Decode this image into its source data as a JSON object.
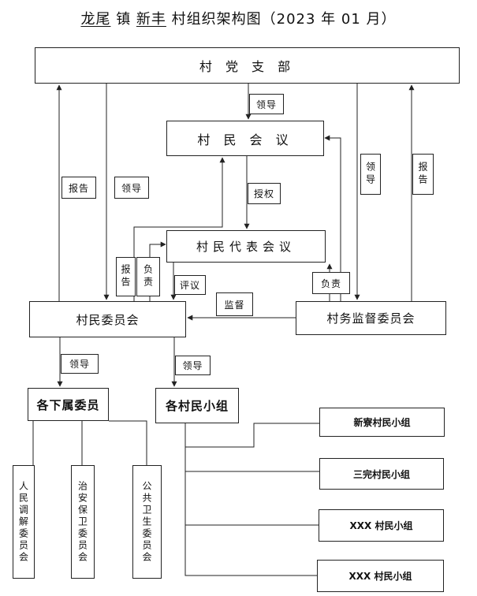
{
  "title": {
    "town": "龙尾",
    "town_suffix": "镇",
    "village": "新丰",
    "rest": "村组织架构图（2023 年 01 月）"
  },
  "nodes": {
    "party_branch": "村 党 支 部",
    "villager_meeting": "村 民 会 议",
    "rep_meeting": "村民代表会议",
    "committee": "村民委员会",
    "supervision": "村务监督委员会",
    "subcommittees": "各下属委员",
    "groups": "各村民小组",
    "group_items": [
      "新寮村民小组",
      "三完村民小组",
      "XXX 村民小组",
      "XXX 村民小组"
    ],
    "sub_items": [
      "人民调解委员会",
      "治安保卫委员会",
      "公共卫生委员会"
    ]
  },
  "labels": {
    "lead_top": "领导",
    "report_left": "报告",
    "lead_left": "领导",
    "authorize": "授权",
    "report_mid": "报告",
    "responsible_mid": "负责",
    "review": "评议",
    "supervise": "监督",
    "responsible_right": "负责",
    "lead_right": "领导",
    "report_right": "报告",
    "lead_down1": "领导",
    "lead_down2": "领导"
  }
}
